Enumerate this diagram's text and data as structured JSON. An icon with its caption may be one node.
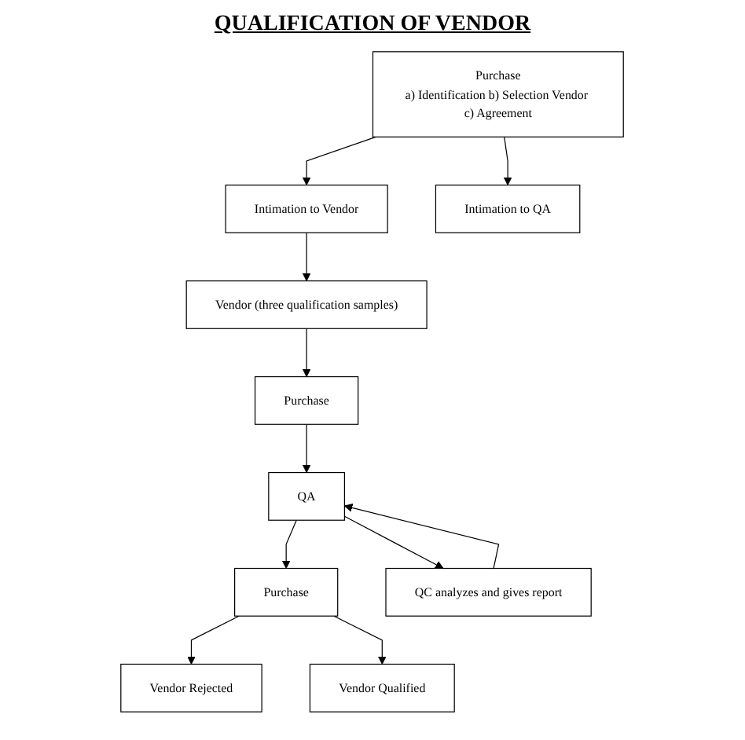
{
  "diagram": {
    "title": "QUALIFICATION OF VENDOR",
    "nodes": [
      {
        "text": [
          "Purchase",
          "a) Identification b) Selection Vendor c) Agreement"
        ]
      },
      {
        "text": [
          "Intimation to Vendor"
        ]
      },
      {
        "text": [
          "Intimation to QA"
        ]
      },
      {
        "text": [
          "Vendor (three qualification samples)"
        ]
      },
      {
        "text": [
          "Purchase"
        ]
      },
      {
        "text": [
          "QA"
        ]
      },
      {
        "text": [
          "Purchase"
        ]
      },
      {
        "text": [
          "QC analyzes and gives report"
        ]
      },
      {
        "text": [
          "Vendor Rejected"
        ]
      },
      {
        "text": [
          "Vendor Qualified"
        ]
      }
    ],
    "edges": [
      {
        "from": 0,
        "to": 1,
        "arrow": "to"
      },
      {
        "from": 0,
        "to": 2,
        "arrow": "to"
      },
      {
        "from": 1,
        "to": 3,
        "arrow": "to"
      },
      {
        "from": 3,
        "to": 4,
        "arrow": "to"
      },
      {
        "from": 4,
        "to": 5,
        "arrow": "to"
      },
      {
        "from": 5,
        "to": 6,
        "arrow": "to"
      },
      {
        "from": 5,
        "to": 7,
        "arrow": "to"
      },
      {
        "from": 7,
        "to": 5,
        "arrow": "to"
      },
      {
        "from": 6,
        "to": 8,
        "arrow": "to"
      },
      {
        "from": 6,
        "to": 9,
        "arrow": "to"
      }
    ]
  }
}
